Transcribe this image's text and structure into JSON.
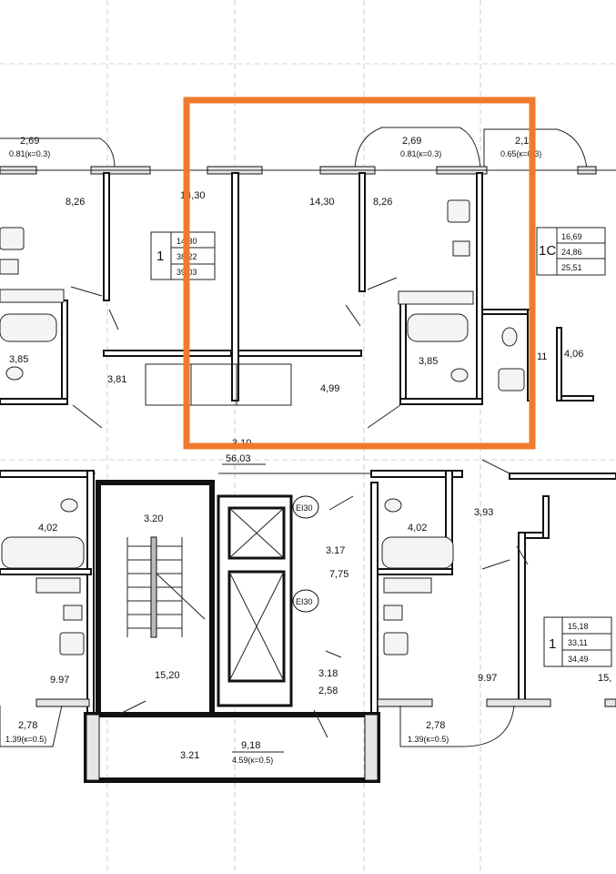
{
  "colors": {
    "highlight": "#f07a2c",
    "walls": "#111111"
  },
  "top_left_apt": {
    "balcony": "2,69",
    "balcony_reduced": "0.81(к=0.3)",
    "room": "8,26",
    "bath": "3,85",
    "label_room": "1",
    "info": [
      "14,30",
      "38,22",
      "39,03"
    ],
    "other": "14,30"
  },
  "highlighted_apt": {
    "room_main": "14,30",
    "balcony": "2,69",
    "balcony_reduced": "0.81(к=0.3)",
    "kitchen": "8,26",
    "bath": "3,85",
    "hall": "4,99",
    "hall_left": "3,81"
  },
  "right_apt": {
    "balcony": "2,1",
    "balcony_reduced": "0.65(к=0.3)",
    "label_room": "1С",
    "info": [
      "16,69",
      "24,86",
      "25,51"
    ],
    "bath": "4,06",
    "bath_small": "11"
  },
  "corridor": {
    "number": "3.10",
    "area": "56,03"
  },
  "lower_left_apt": {
    "bath": "4,02",
    "kitchen": "9.97",
    "balcony": "2,78",
    "balcony_reduced": "1.39(к=0.5)"
  },
  "stair": {
    "number": "3.20",
    "area": "15,20"
  },
  "lift": {
    "tag_top": "EI30",
    "tag_bottom": "EI30"
  },
  "lobby": {
    "number": "3.17",
    "area": "7,75"
  },
  "vestibule": {
    "number": "3.18",
    "area": "2,58"
  },
  "exit": {
    "number": "3.21",
    "area": "9,18",
    "reduced": "4.59(к=0.5)"
  },
  "lower_right_apt": {
    "bath": "4,02",
    "hall": "3,93",
    "kitchen": "9.97",
    "balcony": "2,78",
    "balcony_reduced": "1.39(к=0.5)",
    "label_room": "1",
    "info": [
      "15,18",
      "33,11",
      "34,49"
    ],
    "extra": "15,"
  }
}
